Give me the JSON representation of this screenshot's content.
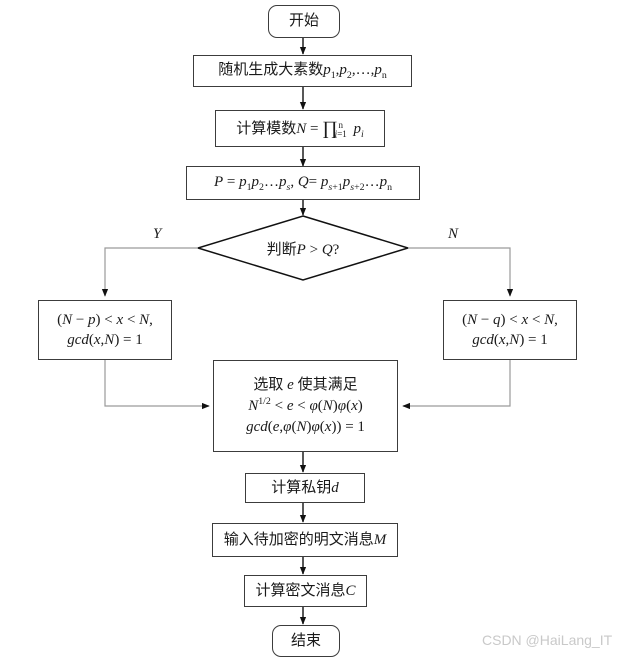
{
  "diagram": {
    "type": "flowchart",
    "title": "RSA-like encryption key generation flowchart",
    "orientation": "top-to-bottom"
  },
  "nodes": {
    "start": {
      "label": "开始",
      "shape": "terminator"
    },
    "gen_primes": {
      "label": "随机生成大素数p₁,p₂,…,pₙ",
      "shape": "process"
    },
    "modulus": {
      "label": "计算模数N = ∏ᵢ₌₁ⁿ pᵢ",
      "shape": "process"
    },
    "pq_split": {
      "label": "P = p₁p₂…p_s , Q= p_{s+1}p_{s+2}…pₙ",
      "shape": "process"
    },
    "decision": {
      "label": "判断P > Q?",
      "shape": "decision"
    },
    "branch_yes": {
      "line1": "(N − p) < x < N,",
      "line2": "gcd(x,N) = 1",
      "shape": "process"
    },
    "branch_no": {
      "line1": "(N − q) < x < N,",
      "line2": "gcd(x,N) = 1",
      "shape": "process"
    },
    "choose_e": {
      "line1": "选取 e 使其满足",
      "line2": "N^{1/2} < e < φ(N)φ(x)",
      "line3": "gcd(e,φ(N)φ(x)) = 1",
      "shape": "process"
    },
    "private_key": {
      "label": "计算私钥d",
      "shape": "process"
    },
    "input_plaintext": {
      "label": "输入待加密的明文消息M",
      "shape": "process"
    },
    "compute_cipher": {
      "label": "计算密文消息C",
      "shape": "process"
    },
    "end": {
      "label": "结束",
      "shape": "terminator"
    }
  },
  "edge_labels": {
    "yes": "Y",
    "no": "N"
  },
  "watermark": {
    "text": "CSDN @HaiLang_IT"
  },
  "colors": {
    "background": "#ffffff",
    "node_border": "#3c3c3c",
    "node_fill": "#ffffff",
    "text": "#1a1a1a",
    "connector_dark": "#000000",
    "connector_light": "#9a9a9a",
    "watermark": "#c9c9c9"
  }
}
